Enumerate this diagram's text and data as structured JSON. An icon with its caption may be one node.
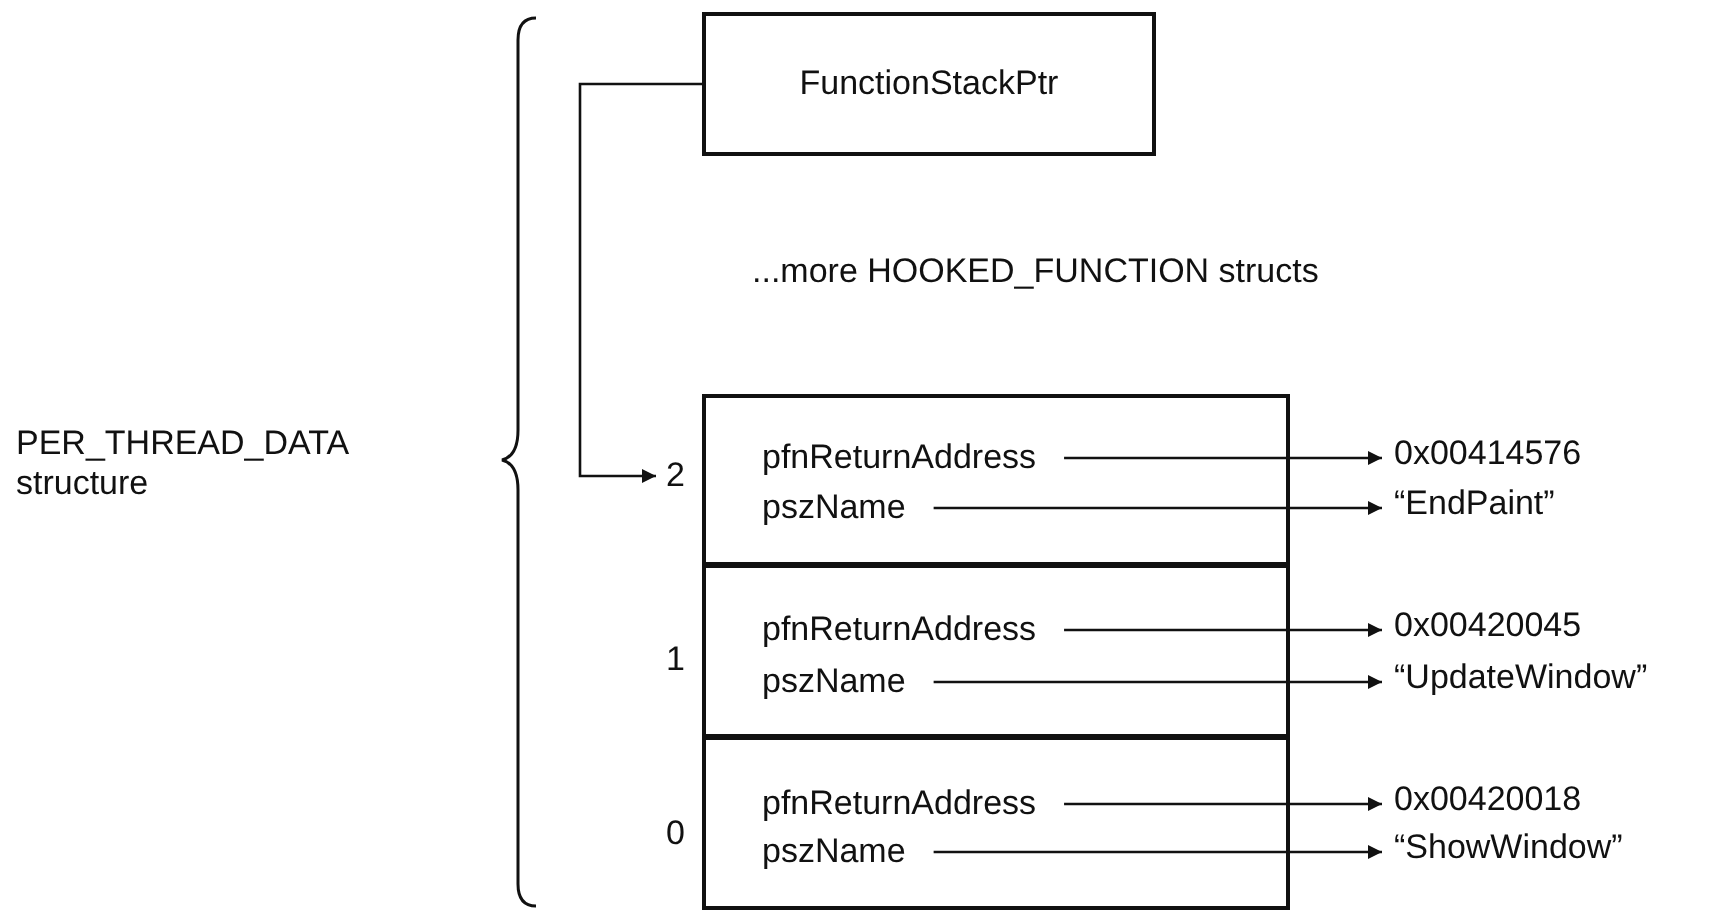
{
  "diagram": {
    "nodes": [
      {
        "text": [
          "FunctionStackPtr"
        ]
      },
      {
        "text": [
          "2"
        ]
      },
      {
        "text": [],
        "shape": "box"
      },
      {
        "text": [
          "pfnReturnAddress"
        ],
        "in": 2
      },
      {
        "text": [
          "pszName"
        ],
        "in": 2
      },
      {
        "text": [
          "0x00414576"
        ]
      },
      {
        "text": [
          "“EndPaint”"
        ]
      },
      {
        "text": [],
        "shape": "box"
      },
      {
        "text": [
          "pfnReturnAddress"
        ],
        "in": 7
      },
      {
        "text": [
          "pszName"
        ],
        "in": 7
      },
      {
        "text": [
          "0x00420045"
        ]
      },
      {
        "text": [
          "“UpdateWindow”"
        ]
      },
      {
        "text": [],
        "shape": "box"
      },
      {
        "text": [
          "pfnReturnAddress"
        ],
        "in": 12
      },
      {
        "text": [
          "pszName"
        ],
        "in": 12
      },
      {
        "text": [
          "0x00420018"
        ]
      },
      {
        "text": [
          "“ShowWindow”"
        ]
      }
    ],
    "edges": [
      {
        "from": 0,
        "to": 1,
        "arrow": "to"
      },
      {
        "from": 3,
        "to": 5,
        "arrow": "to"
      },
      {
        "from": 4,
        "to": 6,
        "arrow": "to"
      },
      {
        "from": 8,
        "to": 10,
        "arrow": "to"
      },
      {
        "from": 9,
        "to": 11,
        "arrow": "to"
      },
      {
        "from": 13,
        "to": 15,
        "arrow": "to"
      },
      {
        "from": 14,
        "to": 16,
        "arrow": "to"
      }
    ],
    "labels": [
      "...more HOOKED_FUNCTION structs",
      "PER_THREAD_DATA structure",
      "1",
      "0"
    ]
  }
}
